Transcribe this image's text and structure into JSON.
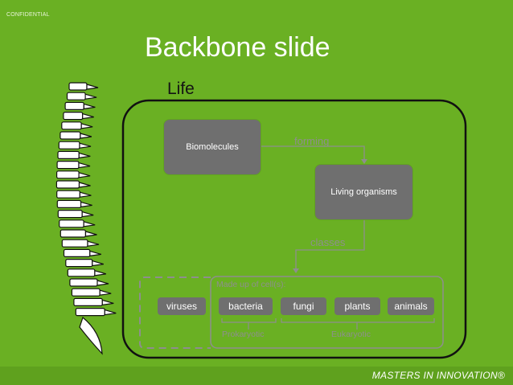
{
  "header": {
    "confidential": "CONFIDENTIAL"
  },
  "slide": {
    "title": "Backbone slide",
    "life_label": "Life"
  },
  "diagram": {
    "nodes": {
      "biomolecules": "Biomolecules",
      "living_organisms": "Living organisms"
    },
    "edges": {
      "forming": "forming",
      "classes": "classes"
    },
    "cells_label": "Made up of cell(s):",
    "categories": {
      "viruses": "viruses",
      "bacteria": "bacteria",
      "fungi": "fungi",
      "plants": "plants",
      "animals": "animals"
    },
    "groups": {
      "prokaryotic": "Prokaryotic",
      "eukaryotic": "Eukaryotic"
    }
  },
  "footer": {
    "brand": "MASTERS IN INNOVATION®"
  },
  "colors": {
    "background": "#6ab023",
    "node_fill": "#6f6f6f",
    "outline": "#111111",
    "muted_line": "#8e8e8e"
  }
}
